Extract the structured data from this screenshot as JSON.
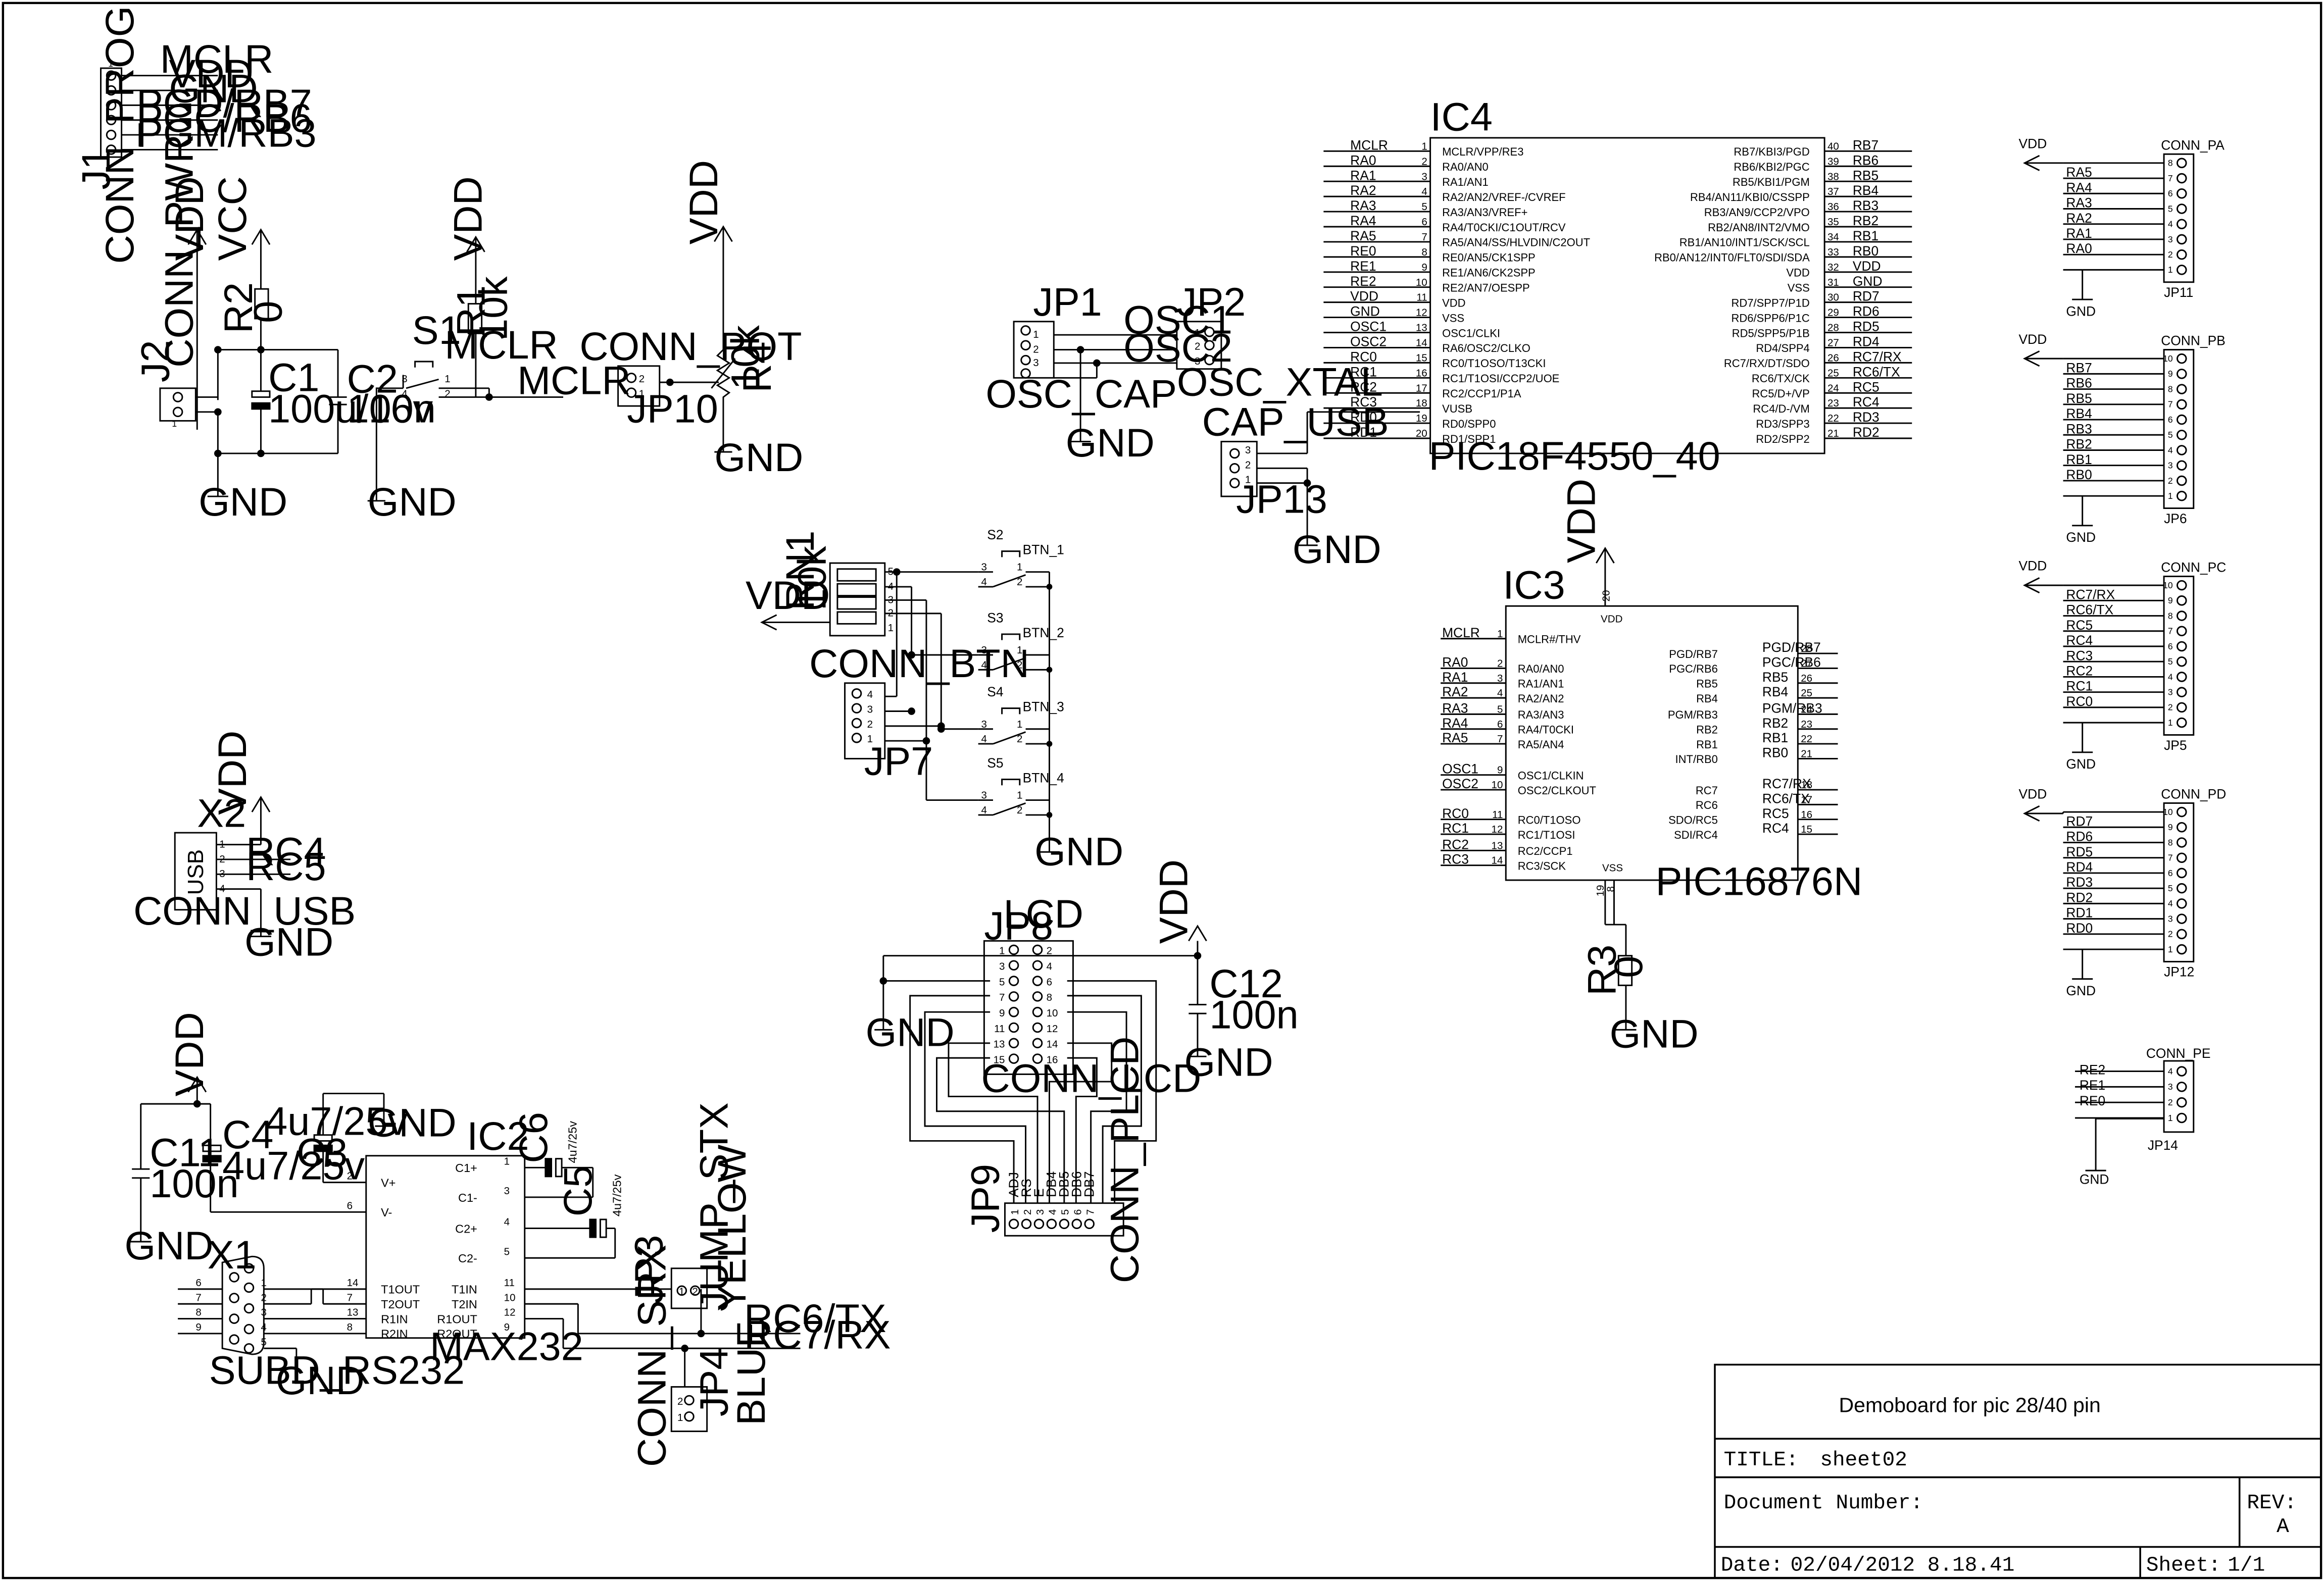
{
  "sheet": {
    "title_block": {
      "project": "Demoboard for pic 28/40 pin",
      "title_label": "TITLE:",
      "title_value": "sheet02",
      "doc_label": "Document Number:",
      "rev_label": "REV:",
      "rev_value": "A",
      "date_label": "Date:",
      "date_value": "02/04/2012 8.18.41",
      "sheet_label": "Sheet:",
      "sheet_value": "1/1"
    },
    "j1": {
      "name": "J1",
      "value": "CONN_PROG",
      "signals": [
        "MCLR",
        "VDD",
        "GND",
        "PGD/RB7",
        "PGC/RB6",
        "PGM/RB3"
      ],
      "pin_first": "1"
    },
    "power": {
      "vdd": "VDD",
      "vcc": "VCC",
      "gnd": "GND",
      "j2": "J2",
      "j2_value": "CONN_PWR",
      "r2": "R2",
      "r2_value": "0",
      "c1": "C1",
      "c1_value": "100u/16v",
      "c2": "C2",
      "c2_value": "100n",
      "s1": "S1",
      "s1_net": "MCLR",
      "r1": "R1",
      "r1_value": "10k",
      "mclr_net": "MCLR",
      "pin1": "1",
      "pin2": "2",
      "pin3": "3",
      "pin4": "4"
    },
    "pot": {
      "conn": "CONN_POT",
      "jp": "JP10",
      "r4": "R4",
      "r4_value": "10k"
    },
    "osc": {
      "jp1": "JP1",
      "jp1_value": "OSC_CAP",
      "jp2": "JP2",
      "jp2_value": "OSC_XTAL",
      "osc1": "OSC1",
      "osc2": "OSC2",
      "pins": [
        "1",
        "2",
        "3"
      ]
    },
    "cap_usb": {
      "name": "CAP_USB",
      "jp": "JP13",
      "pins": [
        "3",
        "2",
        "1"
      ]
    },
    "ic4": {
      "name": "IC4",
      "value": "PIC18F4550_40",
      "left_nets": [
        "MCLR",
        "RA0",
        "RA1",
        "RA2",
        "RA3",
        "RA4",
        "RA5",
        "RE0",
        "RE1",
        "RE2",
        "VDD",
        "GND",
        "OSC1",
        "OSC2",
        "RC0",
        "RC1",
        "RC2",
        "RC3",
        "RD0",
        "RD1"
      ],
      "left_pins": [
        "1",
        "2",
        "3",
        "4",
        "5",
        "6",
        "7",
        "8",
        "9",
        "10",
        "11",
        "12",
        "13",
        "14",
        "15",
        "16",
        "17",
        "18",
        "19",
        "20"
      ],
      "left_funcs": [
        "MCLR/VPP/RE3",
        "RA0/AN0",
        "RA1/AN1",
        "RA2/AN2/VREF-/CVREF",
        "RA3/AN3/VREF+",
        "RA4/T0CKI/C1OUT/RCV",
        "RA5/AN4/SS/HLVDIN/C2OUT",
        "RE0/AN5/CK1SPP",
        "RE1/AN6/CK2SPP",
        "RE2/AN7/OESPP",
        "VDD",
        "VSS",
        "OSC1/CLKI",
        "RA6/OSC2/CLKO",
        "RC0/T1OSO/T13CKI",
        "RC1/T1OSI/CCP2/UOE",
        "RC2/CCP1/P1A",
        "VUSB",
        "RD0/SPP0",
        "RD1/SPP1"
      ],
      "right_funcs": [
        "RB7/KBI3/PGD",
        "RB6/KBI2/PGC",
        "RB5/KBI1/PGM",
        "RB4/AN11/KBI0/CSSPP",
        "RB3/AN9/CCP2/VPO",
        "RB2/AN8/INT2/VMO",
        "RB1/AN10/INT1/SCK/SCL",
        "RB0/AN12/INT0/FLT0/SDI/SDA",
        "VDD",
        "VSS",
        "RD7/SPP7/P1D",
        "RD6/SPP6/P1C",
        "RD5/SPP5/P1B",
        "RD4/SPP4",
        "RC7/RX/DT/SDO",
        "RC6/TX/CK",
        "RC5/D+/VP",
        "RC4/D-/VM",
        "RD3/SPP3",
        "RD2/SPP2"
      ],
      "right_pins": [
        "40",
        "39",
        "38",
        "37",
        "36",
        "35",
        "34",
        "33",
        "32",
        "31",
        "30",
        "29",
        "28",
        "27",
        "26",
        "25",
        "24",
        "23",
        "22",
        "21"
      ],
      "right_nets": [
        "RB7",
        "RB6",
        "RB5",
        "RB4",
        "RB3",
        "RB2",
        "RB1",
        "RB0",
        "VDD",
        "GND",
        "RD7",
        "RD6",
        "RD5",
        "RD4",
        "RC7/RX",
        "RC6/TX",
        "RC5",
        "RC4",
        "RD3",
        "RD2"
      ]
    },
    "ic3": {
      "name": "IC3",
      "value": "PIC16876N",
      "vdd_label": "VDD",
      "vdd_pin": "20",
      "vss_label": "VSS",
      "vss_pins": [
        "19",
        "8"
      ],
      "vdd_net": "VDD",
      "pin_vdd": "VDD",
      "pin_vss": "VSS",
      "left_nets": [
        "MCLR",
        "RA0",
        "RA1",
        "RA2",
        "RA3",
        "RA4",
        "RA5",
        "OSC1",
        "OSC2",
        "RC0",
        "RC1",
        "RC2",
        "RC3"
      ],
      "left_pins": [
        "1",
        "2",
        "3",
        "4",
        "5",
        "6",
        "7",
        "9",
        "10",
        "11",
        "12",
        "13",
        "14"
      ],
      "left_funcs": [
        "MCLR#/THV",
        "RA0/AN0",
        "RA1/AN1",
        "RA2/AN2",
        "RA3/AN3",
        "RA4/T0CKI",
        "RA5/AN4",
        "OSC1/CLKIN",
        "OSC2/CLKOUT",
        "RC0/T1OSO",
        "RC1/T1OSI",
        "RC2/CCP1",
        "RC3/SCK"
      ],
      "right_funcs": [
        "PGD/RB7",
        "PGC/RB6",
        "RB5",
        "RB4",
        "PGM/RB3",
        "RB2",
        "RB1",
        "INT/RB0",
        "RC7",
        "RC6",
        "SDO/RC5",
        "SDI/RC4"
      ],
      "right_pins": [
        "28",
        "27",
        "26",
        "25",
        "24",
        "23",
        "22",
        "21",
        "18",
        "17",
        "16",
        "15"
      ],
      "right_nets": [
        "PGD/RB7",
        "PGC/RB6",
        "RB5",
        "RB4",
        "PGM/RB3",
        "RB2",
        "RB1",
        "RB0",
        "RC7/RX",
        "RC6/TX",
        "RC5",
        "RC4"
      ],
      "r3": "R3",
      "r3_value": "0",
      "gnd": "GND"
    },
    "buttons": {
      "rn1": "RN1",
      "rn1_value": "10k",
      "vdd": "VDD",
      "rn_pins": [
        "5",
        "4",
        "3",
        "2",
        "1"
      ],
      "switches": [
        "S2",
        "S3",
        "S4",
        "S5"
      ],
      "nets": [
        "BTN_1",
        "BTN_2",
        "BTN_3",
        "BTN_4"
      ],
      "conn": "CONN_BTN",
      "jp": "JP7",
      "jp_pins": [
        "4",
        "3",
        "2",
        "1"
      ],
      "sw_pins": [
        "1",
        "2",
        "3",
        "4"
      ],
      "gnd": "GND"
    },
    "usb": {
      "name": "X2",
      "label": "USB",
      "value": "CONN_USB",
      "pins": [
        "1",
        "2",
        "3",
        "4"
      ],
      "nets": [
        "RC4",
        "RC5"
      ],
      "vdd": "VDD",
      "gnd": "GND"
    },
    "lcd": {
      "title": "LCD",
      "jp8": "JP8",
      "jp8_value": "CONN_LCD",
      "odd_pins": [
        "1",
        "3",
        "5",
        "7",
        "9",
        "11",
        "13",
        "15"
      ],
      "even_pins": [
        "2",
        "4",
        "6",
        "8",
        "10",
        "12",
        "14",
        "16"
      ],
      "jp9": "JP9",
      "jp9_value": "CONN_PLCD",
      "jp9_pins": [
        "1",
        "2",
        "3",
        "4",
        "5",
        "6",
        "7"
      ],
      "jp9_nets": [
        "ADJ",
        "RS",
        "E",
        "DB4",
        "DB5",
        "DB6",
        "DB7"
      ],
      "c12": "C12",
      "c12_value": "100n",
      "vdd": "VDD",
      "gnd": "GND"
    },
    "rs232": {
      "vdd": "VDD",
      "gnd": "GND",
      "c11": "C11",
      "c11_value": "100n",
      "c4": "C4",
      "c4_value": "4u7/25v",
      "c3": "C3",
      "c3_value": "4u7/25v",
      "c6": "C6",
      "c6_value": "4u7/25v",
      "c5": "C5",
      "c5_value": "4u7/25v",
      "ic2": "IC2",
      "ic2_value": "MAX232",
      "ic2_left_pins": [
        "2",
        "6",
        "14",
        "7",
        "13",
        "8"
      ],
      "ic2_left_funcs": [
        "V+",
        "V-",
        "T1OUT",
        "T2OUT",
        "R1IN",
        "R2IN"
      ],
      "ic2_right_pins": [
        "1",
        "3",
        "4",
        "5",
        "11",
        "10",
        "12",
        "9"
      ],
      "ic2_right_funcs": [
        "C1+",
        "C1-",
        "C2+",
        "C2-",
        "T1IN",
        "T2IN",
        "R1OUT",
        "R2OUT"
      ],
      "x1": "X1",
      "x1_value": "SUBD_RS232",
      "x1_pins": [
        "6",
        "7",
        "8",
        "9",
        "1",
        "2",
        "3",
        "4",
        "5"
      ],
      "jp3": "JP3",
      "jp3_value": "JUMP_STX",
      "jp3_color": "YELLOW",
      "jp4": "JP4",
      "jp4_value": "CONN_SRX",
      "jp4_color": "BLUE",
      "nets": [
        "RC6/TX",
        "RC7/RX"
      ],
      "jp_pins": [
        "1",
        "2"
      ]
    },
    "ports": {
      "vdd": "VDD",
      "gnd": "GND",
      "pa": {
        "name": "CONN_PA",
        "jp": "JP11",
        "nets": [
          "RA5",
          "RA4",
          "RA3",
          "RA2",
          "RA1",
          "RA0"
        ],
        "pins": [
          "8",
          "7",
          "6",
          "5",
          "4",
          "3",
          "2",
          "1"
        ]
      },
      "pb": {
        "name": "CONN_PB",
        "jp": "JP6",
        "nets": [
          "RB7",
          "RB6",
          "RB5",
          "RB4",
          "RB3",
          "RB2",
          "RB1",
          "RB0"
        ],
        "pins": [
          "10",
          "9",
          "8",
          "7",
          "6",
          "5",
          "4",
          "3",
          "2",
          "1"
        ]
      },
      "pc": {
        "name": "CONN_PC",
        "jp": "JP5",
        "nets": [
          "RC7/RX",
          "RC6/TX",
          "RC5",
          "RC4",
          "RC3",
          "RC2",
          "RC1",
          "RC0"
        ],
        "pins": [
          "10",
          "9",
          "8",
          "7",
          "6",
          "5",
          "4",
          "3",
          "2",
          "1"
        ]
      },
      "pd": {
        "name": "CONN_PD",
        "jp": "JP12",
        "nets": [
          "RD7",
          "RD6",
          "RD5",
          "RD4",
          "RD3",
          "RD2",
          "RD1",
          "RD0"
        ],
        "pins": [
          "10",
          "9",
          "8",
          "7",
          "6",
          "5",
          "4",
          "3",
          "2",
          "1"
        ]
      },
      "pe": {
        "name": "CONN_PE",
        "jp": "JP14",
        "nets": [
          "RE2",
          "RE1",
          "RE0"
        ],
        "pins": [
          "4",
          "3",
          "2",
          "1"
        ]
      }
    }
  }
}
